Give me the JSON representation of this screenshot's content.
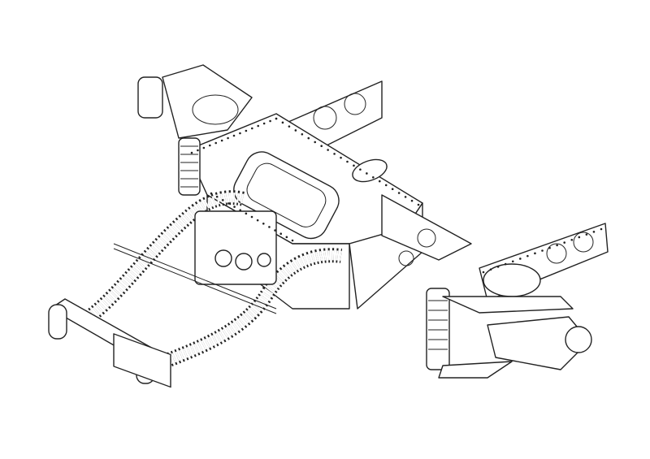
{
  "drawing": {
    "line_color": "#222222",
    "background_color": "#ffffff",
    "parts": [
      "chassis-frame",
      "front-suspension",
      "exhaust-pipes",
      "detail-suspension-unit"
    ]
  }
}
